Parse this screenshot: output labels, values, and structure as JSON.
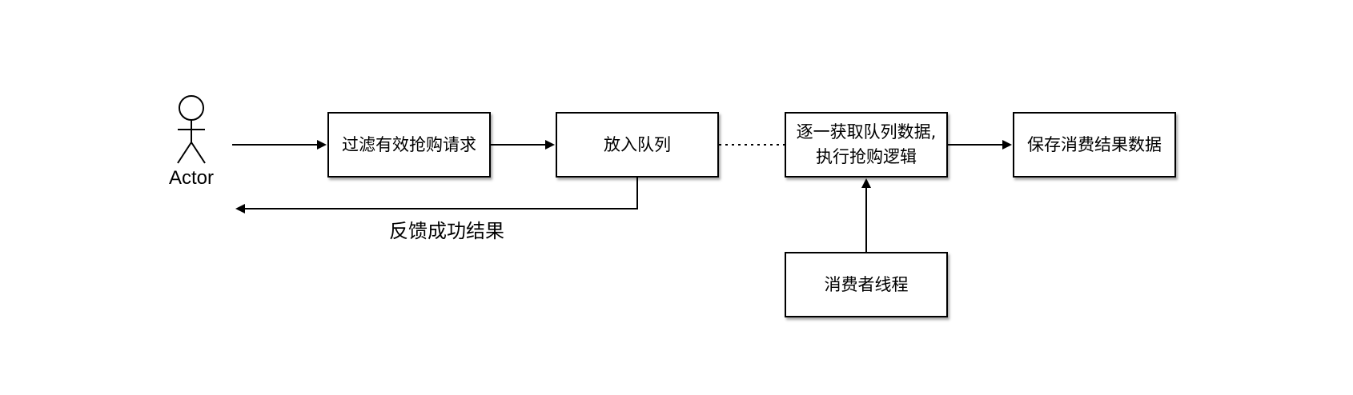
{
  "actor": {
    "label": "Actor"
  },
  "nodes": {
    "filter": "过滤有效抢购请求",
    "queue": "放入队列",
    "process": "逐一获取队列数据,执行抢购逻辑",
    "save": "保存消费结果数据",
    "consumer": "消费者线程"
  },
  "edges": {
    "feedback_label": "反馈成功结果"
  }
}
